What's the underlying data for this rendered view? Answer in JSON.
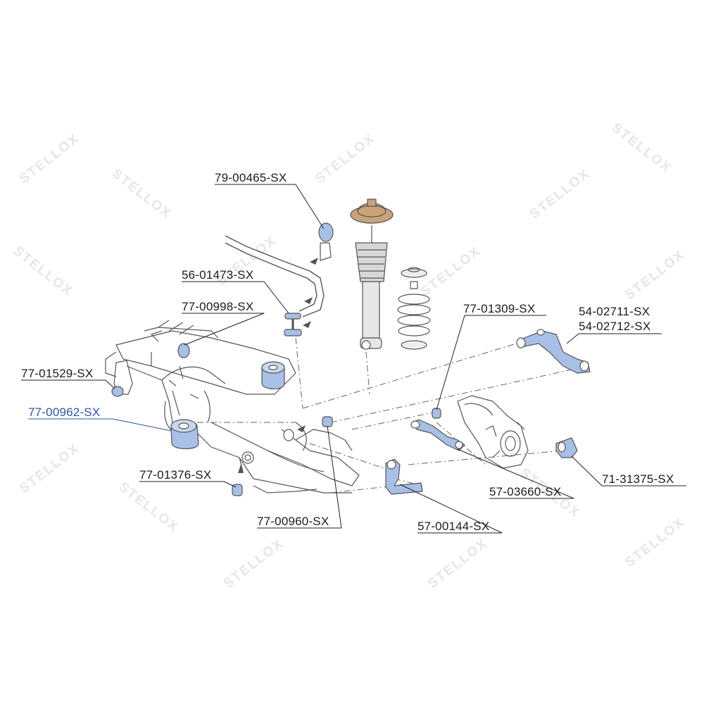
{
  "watermark": {
    "brand": "STELLOX"
  },
  "highlight_color": "#2d56a0",
  "part_color": "#a8bfe6",
  "boot_color": "#c9a27a",
  "labels": {
    "p1": "79-00465-SX",
    "p2": "56-01473-SX",
    "p3": "77-00998-SX",
    "p4": "77-01529-SX",
    "p5": "77-00962-SX",
    "p6": "77-01376-SX",
    "p7": "77-00960-SX",
    "p8": "57-00144-SX",
    "p9": "57-03660-SX",
    "p10": "77-01309-SX",
    "p11": "54-02711-SX",
    "p12": "54-02712-SX",
    "p13": "71-31375-SX"
  }
}
